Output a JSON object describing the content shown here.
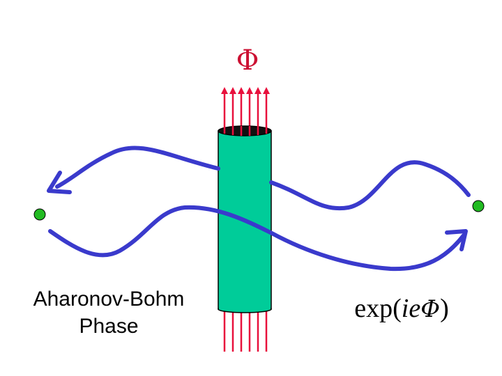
{
  "flux_label": "Φ",
  "caption_left": {
    "line1": "Aharonov-Bohm",
    "line2": "Phase"
  },
  "caption_right": {
    "open": "exp(",
    "ie": "ie",
    "phi": "Φ",
    "close": ")"
  },
  "colors": {
    "solenoid_fill": "#00cc99",
    "field_lines": "#e8103c",
    "paths": "#3a3acc",
    "endpoints": "#22bb22",
    "flux_label": "#cc1133"
  }
}
